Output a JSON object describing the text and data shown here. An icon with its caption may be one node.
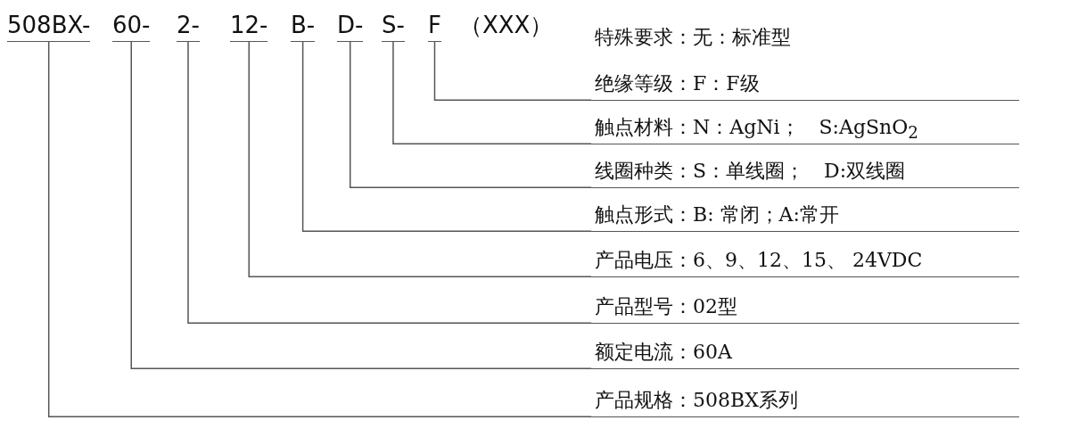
{
  "diagram": {
    "nodes": [
      {
        "text": [
          "508BX-"
        ]
      },
      {
        "text": [
          "60-"
        ]
      },
      {
        "text": [
          "2-"
        ]
      },
      {
        "text": [
          "12-"
        ]
      },
      {
        "text": [
          "B-"
        ]
      },
      {
        "text": [
          "D-"
        ]
      },
      {
        "text": [
          "S-"
        ]
      },
      {
        "text": [
          "F"
        ]
      },
      {
        "text": [
          "绝缘等级：F：F级"
        ]
      },
      {
        "text": [
          "触点材料：N：AgNi；　S:AgSnO$_{2}$"
        ]
      },
      {
        "text": [
          "线圈种类：S：单线圈；　D:双线圈"
        ]
      },
      {
        "text": [
          "触点形式：B: 常闭；A:常开"
        ]
      },
      {
        "text": [
          "产品电压：6、9、12、15、 24VDC"
        ]
      },
      {
        "text": [
          "产品型号：02型"
        ]
      },
      {
        "text": [
          "额定电流：60A"
        ]
      },
      {
        "text": [
          "产品规格：508BX系列"
        ]
      }
    ],
    "edges": [
      {
        "from": 7,
        "to": 8,
        "arrow": "none"
      },
      {
        "from": 6,
        "to": 9,
        "arrow": "none"
      },
      {
        "from": 5,
        "to": 10,
        "arrow": "none"
      },
      {
        "from": 4,
        "to": 11,
        "arrow": "none"
      },
      {
        "from": 3,
        "to": 12,
        "arrow": "none"
      },
      {
        "from": 2,
        "to": 13,
        "arrow": "none"
      },
      {
        "from": 1,
        "to": 14,
        "arrow": "none"
      },
      {
        "from": 0,
        "to": 15,
        "arrow": "none"
      }
    ],
    "labels": [
      "（XXX）",
      "特殊要求：无：标准型"
    ]
  }
}
